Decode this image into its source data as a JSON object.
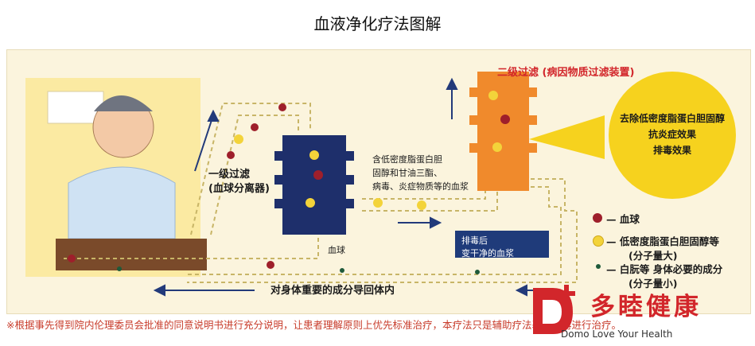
{
  "title": "血液净化疗法图解",
  "labels": {
    "stage1": "一级过滤",
    "stage1_sub": "(血球分离器)",
    "stage2": "二级过滤 (病因物质过滤装置)",
    "plasma_contents_1": "含低密度脂蛋白胆",
    "plasma_contents_2": "固醇和甘油三酯、",
    "plasma_contents_3": "病毒、炎症物质等的血浆",
    "blood_cell_label": "血球",
    "after_detox_1": "排毒后",
    "after_detox_2": "变干净的血浆",
    "return_path": "对身体重要的成分导回体内"
  },
  "effects": [
    "去除低密度脂蛋白胆固醇",
    "抗炎症效果",
    "排毒效果"
  ],
  "legend": {
    "red": "— 血球",
    "yellow_1": "— 低密度脂蛋白胆固醇等",
    "yellow_2": "(分子量大)",
    "green_1": "— 白朊等  身体必要的成分",
    "green_2": "(分子量小)"
  },
  "colors": {
    "red_dot": "#9e1f2b",
    "yellow_dot": "#f3d33a",
    "green_dot": "#1f5a3a",
    "filter1": "#1e2f6b",
    "filter2": "#f08a2c",
    "tube": "#f0dc8c",
    "effects_bubble": "#f6d21e",
    "arrow": "#223a7a"
  },
  "footnote": "※根据事先得到院内伦理委员会批准的同意说明书进行充分说明，让患者理解原则上优先标准治疗，本疗法只是辅助疗法基础上再进行治疗。",
  "logo": {
    "brand": "多睦健康",
    "sub": "Domo Love Your Health"
  }
}
